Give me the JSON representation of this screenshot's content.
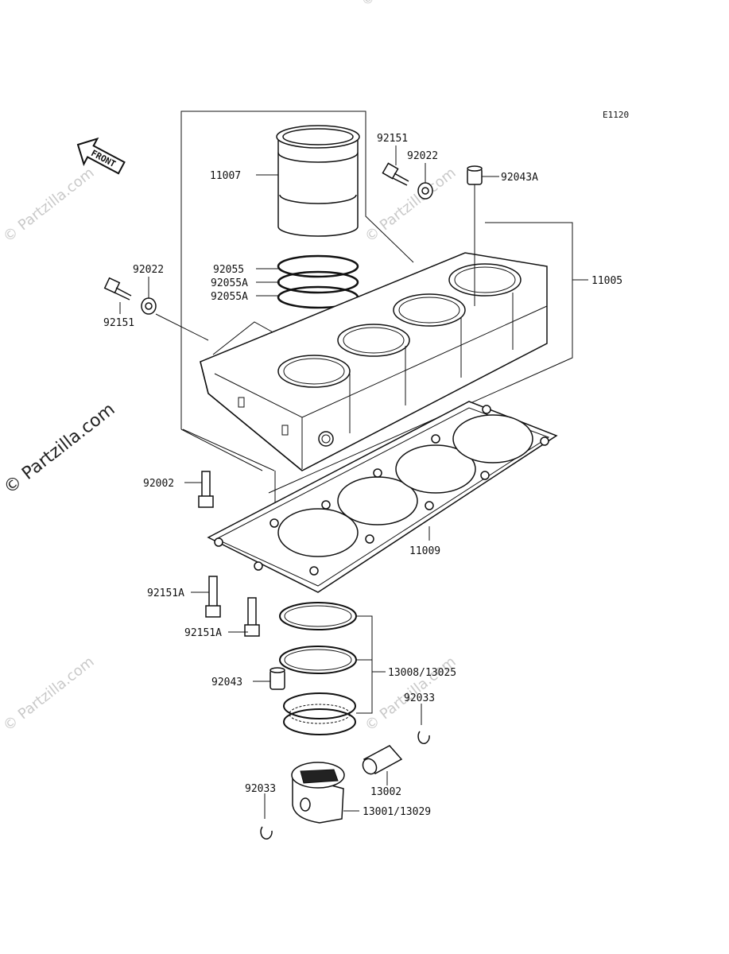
{
  "diagram": {
    "code": "E1120",
    "front_label": "FRONT",
    "watermark": "© Partzilla.com"
  },
  "parts": [
    {
      "key": "p11007",
      "label": "11007"
    },
    {
      "key": "p92151_top",
      "label": "92151"
    },
    {
      "key": "p92022_top",
      "label": "92022"
    },
    {
      "key": "p92043A",
      "label": "92043A"
    },
    {
      "key": "p92022_left",
      "label": "92022"
    },
    {
      "key": "p92151_left",
      "label": "92151"
    },
    {
      "key": "p92055",
      "label": "92055"
    },
    {
      "key": "p92055A_1",
      "label": "92055A"
    },
    {
      "key": "p92055A_2",
      "label": "92055A"
    },
    {
      "key": "p11005",
      "label": "11005"
    },
    {
      "key": "p92002",
      "label": "92002"
    },
    {
      "key": "p11009",
      "label": "11009"
    },
    {
      "key": "p92151A_1",
      "label": "92151A"
    },
    {
      "key": "p92151A_2",
      "label": "92151A"
    },
    {
      "key": "p92043",
      "label": "92043"
    },
    {
      "key": "p13008",
      "label": "13008/13025"
    },
    {
      "key": "p92033_r",
      "label": "92033"
    },
    {
      "key": "p13002",
      "label": "13002"
    },
    {
      "key": "p92033_l",
      "label": "92033"
    },
    {
      "key": "p13001",
      "label": "13001/13029"
    }
  ]
}
